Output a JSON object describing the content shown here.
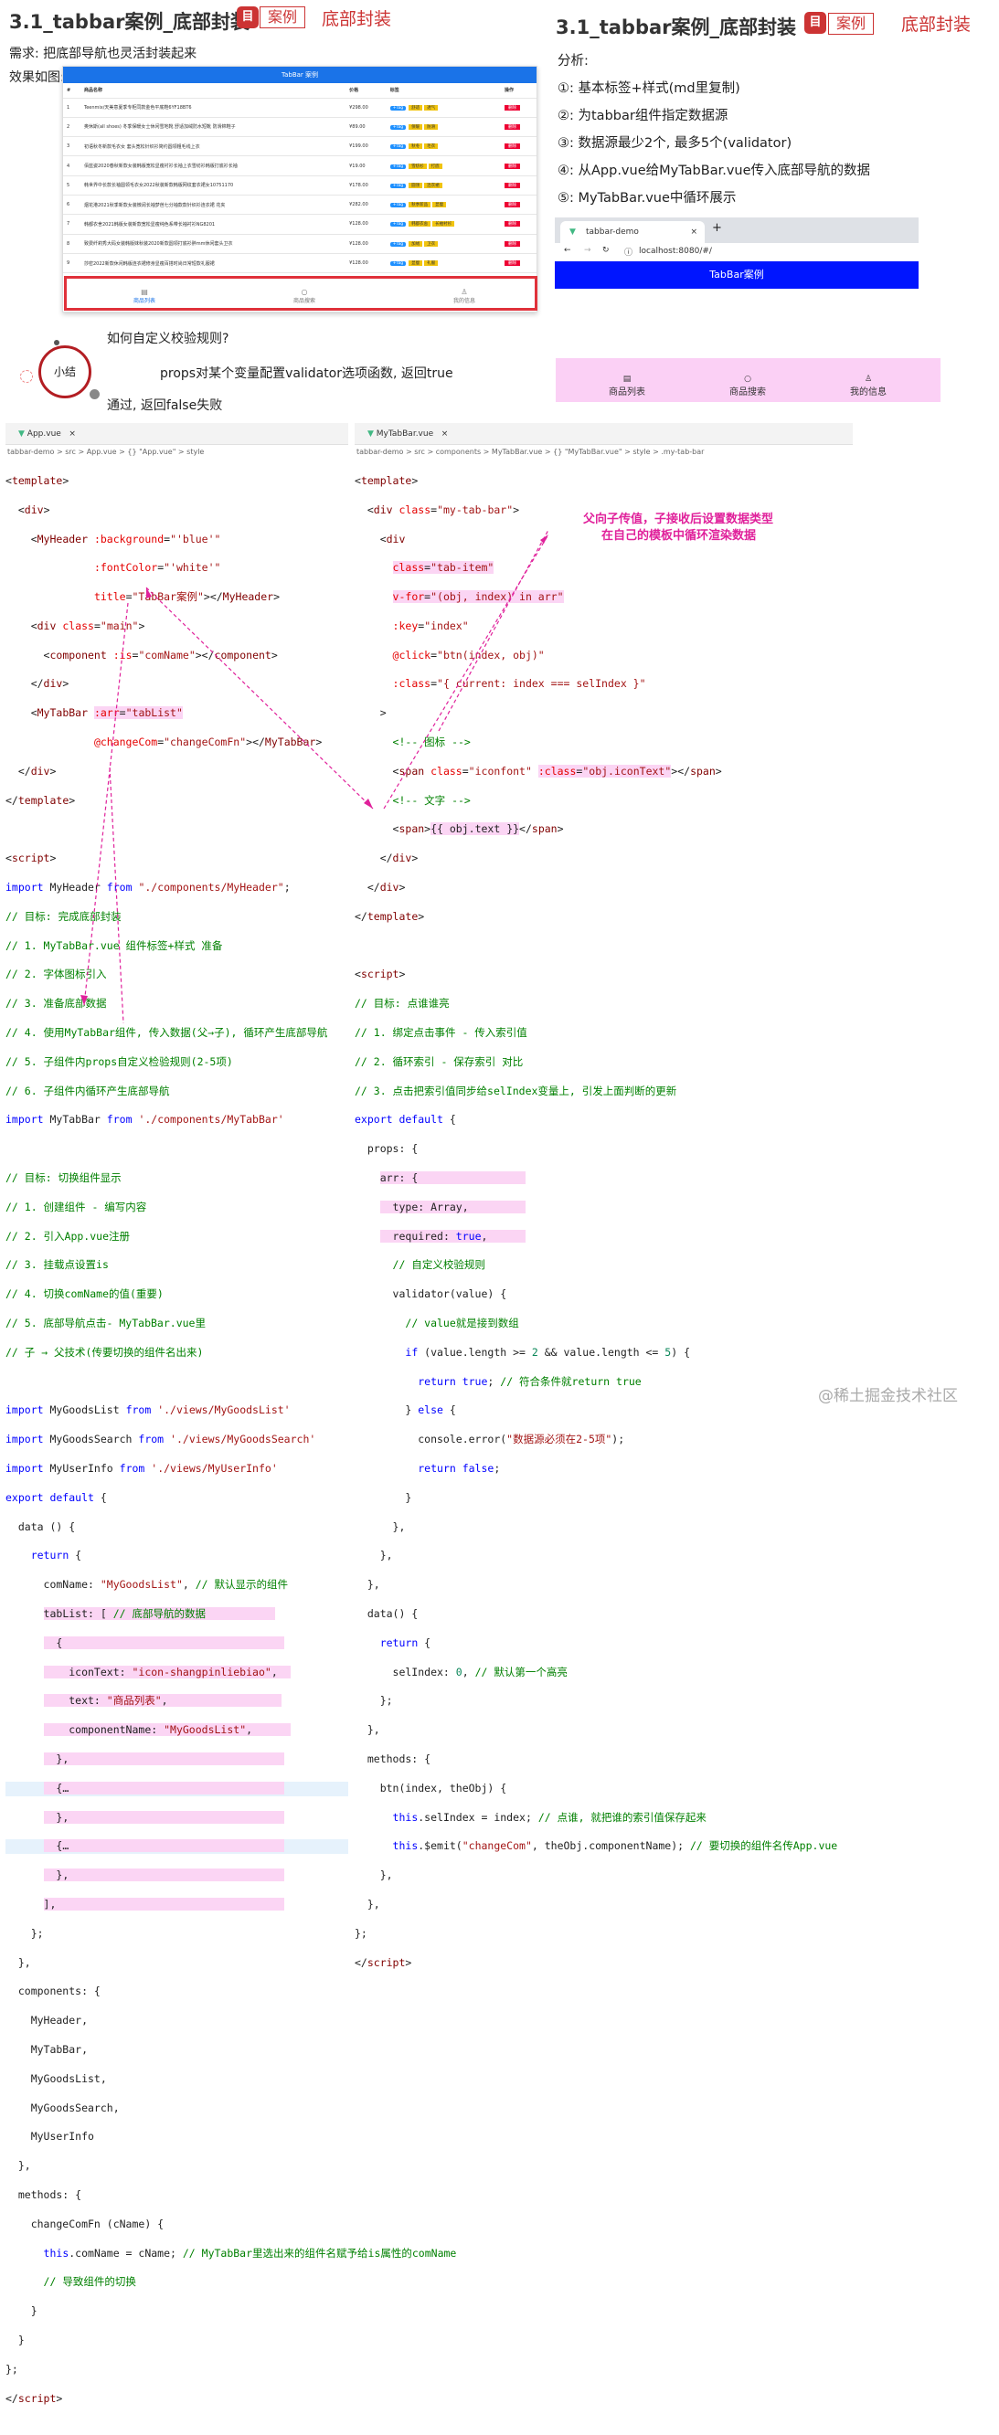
{
  "left_title": "3.1_tabbar案例_底部封装",
  "right_title": "3.1_tabbar案例_底部封装",
  "badge_label": "案例",
  "badge_icon": "目",
  "red_label": "底部封装",
  "requirement": "需求: 把底部导航也灵活封装起来",
  "effect_label": "效果如图:",
  "table": {
    "header_title": "TabBar 案例",
    "columns": [
      "#",
      "商品名称",
      "价格",
      "标签",
      "操作"
    ],
    "rows": [
      {
        "no": "1",
        "name": "Teenmix/天美意夏季专柜同款金色平底鞋6YF18BT6",
        "price": "¥298.00",
        "tags": [
          "舒适",
          "透气"
        ]
      },
      {
        "no": "2",
        "name": "奥休斯(all shoes) 冬季保暖女士休闲雪地靴 舒适加绒防水短靴 防滑棉鞋子",
        "price": "¥89.00",
        "tags": [
          "保暖",
          "防滑"
        ]
      },
      {
        "no": "3",
        "name": "初语秋冬新款毛衣女 套头宽松针织衫简约圆领粗毛线上衣",
        "price": "¥199.00",
        "tags": [
          "秋冬",
          "毛衣"
        ]
      },
      {
        "no": "4",
        "name": "佰蓝姿2020春秋新款女装韩版宽松显瘦衬衫长袖上衣雪纺衫韩版打底衫长袖",
        "price": "¥19.00",
        "tags": [
          "雪纺衫",
          "打底"
        ]
      },
      {
        "no": "5",
        "name": "韩世界中长款长袖圆领毛衣女2022秋装新款韩版网纹套衣裙女10751170",
        "price": "¥178.00",
        "tags": [
          "圆领",
          "连衣裙"
        ]
      },
      {
        "no": "6",
        "name": "烟花港2021秋季新款女装微阔长袖梦芭七分袖款款针织衫连衣裙 花夹",
        "price": "¥282.00",
        "tags": [
          "秋季新品",
          "显瘦"
        ]
      },
      {
        "no": "7",
        "name": "韩都衣舍2021韩版女装新款宽松显瘦纯色系带长袖衬衫NG8201",
        "price": "¥128.00",
        "tags": [
          "韩都衣舍",
          "长袖衬衫"
        ]
      },
      {
        "no": "8",
        "name": "致费纤莉秀大码女装韩版妹秋装2020新款圆领打底衫胖mm休闲套头卫衣",
        "price": "¥128.00",
        "tags": [
          "加绒",
          "卫衣"
        ]
      },
      {
        "no": "9",
        "name": "莎密2022新款休闲韩版连衣裙修身显瘦百搭时尚日常短款礼服裙",
        "price": "¥128.00",
        "tags": [
          "显瘦",
          "礼服"
        ]
      }
    ],
    "tag_btn": "+Tag",
    "del_btn": "删除",
    "tabbar_items": [
      "商品列表",
      "商品搜索",
      "我的信息"
    ]
  },
  "analysis": {
    "title": "分析:",
    "items": [
      "①: 基本标签+样式(md里复制)",
      "②: 为tabbar组件指定数据源",
      "③: 数据源最少2个, 最多5个(validator)",
      "④: 从App.vue给MyTabBar.vue传入底部导航的数据",
      "⑤: MyTabBar.vue中循环展示"
    ]
  },
  "browser": {
    "tab_title": "tabbar-demo",
    "close": "×",
    "plus": "+",
    "url": "localhost:8080/#/",
    "header": "TabBar案例"
  },
  "pink_tabbar": [
    "商品列表",
    "商品搜索",
    "我的信息"
  ],
  "summary": {
    "badge": "小结",
    "question": "如何自定义校验规则?",
    "answer1": "props对某个变量配置validator选项函数, 返回true",
    "answer2": "通过, 返回false失败"
  },
  "left_pane": {
    "tab": "App.vue",
    "close": "×",
    "breadcrumb": "tabbar-demo > src > App.vue > {} \"App.vue\" > style"
  },
  "right_pane": {
    "tab": "MyTabBar.vue",
    "close": "×",
    "breadcrumb": "tabbar-demo > src > components > MyTabBar.vue > {} \"MyTabBar.vue\" > style > .my-tab-bar"
  },
  "callout": [
    "父向子传值，子接收后设置数据类型",
    "在自己的模板中循环渲染数据"
  ],
  "watermark": "@稀土掘金技术社区"
}
